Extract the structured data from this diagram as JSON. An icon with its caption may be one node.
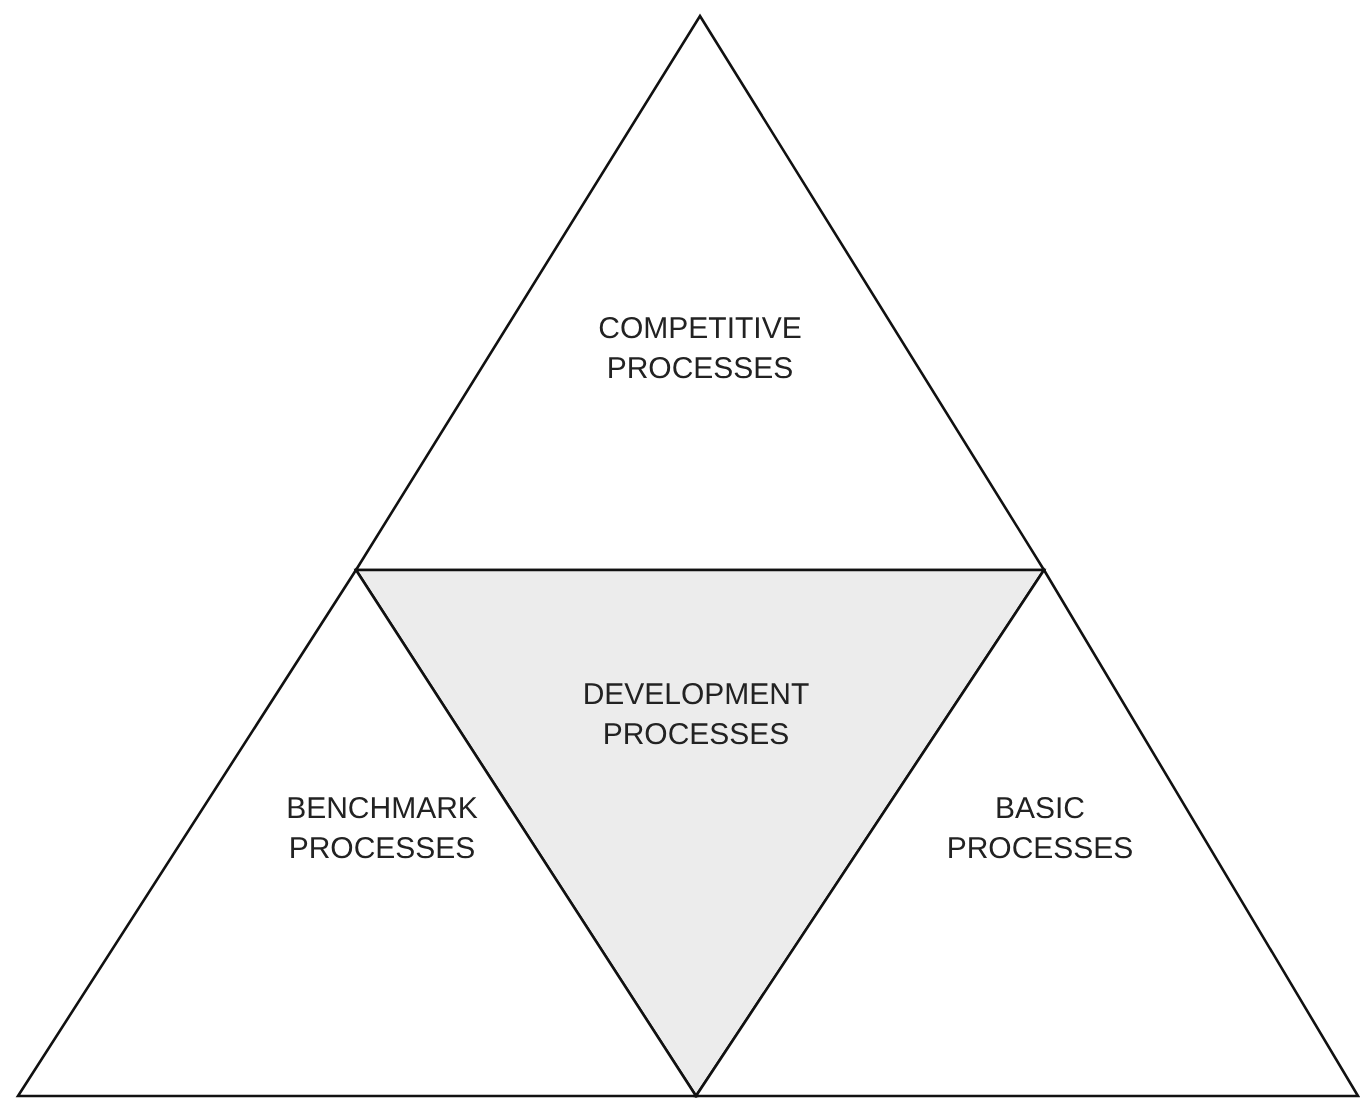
{
  "diagram": {
    "nodes": [
      {
        "text": [
          "COMPETITIVE PROCESSES"
        ]
      },
      {
        "text": [
          "DEVELOPMENT PROCESSES"
        ]
      },
      {
        "text": [
          "BENCHMARK PROCESSES"
        ]
      },
      {
        "text": [
          "BASIC PROCESSES"
        ]
      }
    ],
    "edges": []
  }
}
